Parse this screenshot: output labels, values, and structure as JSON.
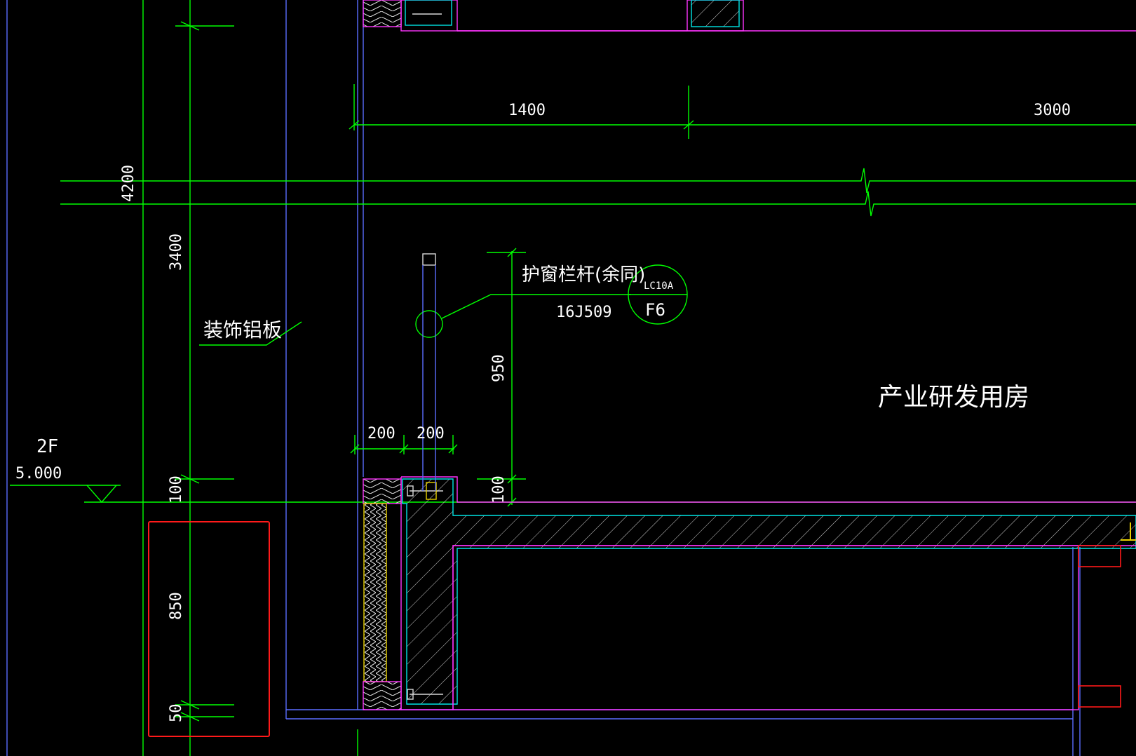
{
  "drawing": {
    "dimensions": {
      "d_1400": "1400",
      "d_3000": "3000",
      "d_4200": "4200",
      "d_3400": "3400",
      "d_950": "950",
      "d_200_a": "200",
      "d_200_b": "200",
      "d_100_left": "100",
      "d_100_right": "100",
      "d_850": "850",
      "d_50": "50"
    },
    "level": {
      "floor": "2F",
      "elevation": "5.000"
    },
    "labels": {
      "aluminum_panel": "装饰铝板",
      "window_guard": "护窗栏杆(余同)",
      "window_guard_ref": "16J509",
      "detail_top": "LC10A",
      "detail_bottom": "F6",
      "room_name": "产业研发用房"
    },
    "colors": {
      "background": "#000000",
      "dimension_line": "#00ff00",
      "axis_line": "#5a6cff",
      "wall_outline": "#ff33ff",
      "slab_outline": "#00e5e5",
      "highlight_box": "#ff1a1a",
      "insulation": "#e8d000"
    }
  }
}
